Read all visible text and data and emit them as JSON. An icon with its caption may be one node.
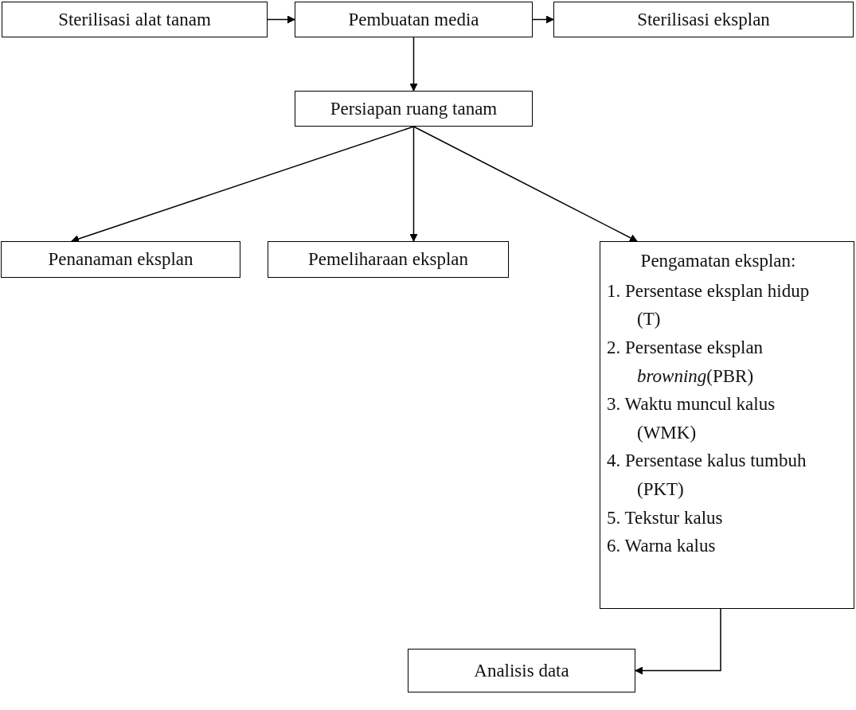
{
  "diagram": {
    "nodes": [
      {
        "text": [
          "Sterilisasi alat tanam"
        ]
      },
      {
        "text": [
          "Pembuatan media"
        ]
      },
      {
        "text": [
          "Sterilisasi eksplan"
        ]
      },
      {
        "text": [
          "Persiapan ruang tanam"
        ]
      },
      {
        "text": [
          "Penanaman eksplan"
        ]
      },
      {
        "text": [
          "Pemeliharaan eksplan"
        ]
      },
      {
        "text": [
          "Pengamatan eksplan:",
          "1. Persentase eksplan hidup (T)",
          "2. Persentase eksplan *browning*(PBR)",
          "3. Waktu muncul kalus (WMK)",
          "4. Persentase kalus tumbuh (PKT)",
          "5. Tekstur kalus",
          "6. Warna kalus"
        ]
      },
      {
        "text": [
          "Analisis data"
        ]
      }
    ],
    "edges": [
      {
        "from": 0,
        "to": 1,
        "arrow": "to"
      },
      {
        "from": 1,
        "to": 2,
        "arrow": "to"
      },
      {
        "from": 1,
        "to": 3,
        "arrow": "to"
      },
      {
        "from": 3,
        "to": 4,
        "arrow": "to"
      },
      {
        "from": 3,
        "to": 5,
        "arrow": "to"
      },
      {
        "from": 3,
        "to": 6,
        "arrow": "to"
      },
      {
        "from": 6,
        "to": 7,
        "arrow": "to"
      }
    ]
  }
}
